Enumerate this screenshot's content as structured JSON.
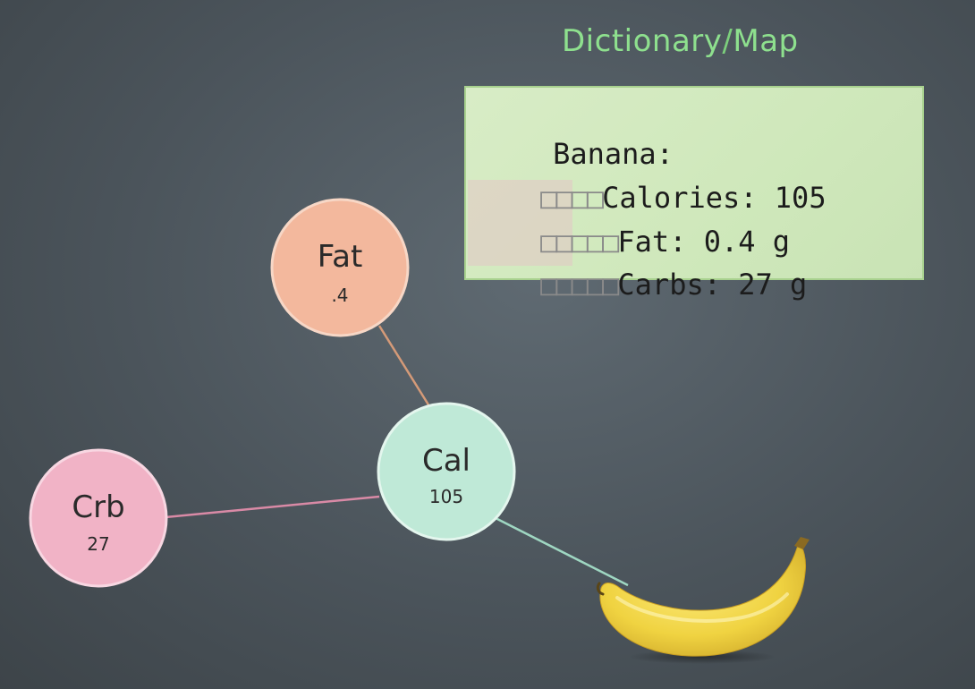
{
  "title": {
    "part1": "Dictionary",
    "separator": "/",
    "part2": "Map"
  },
  "code": {
    "line1": "Banana:",
    "line2": "Calories: 105",
    "line3": "Fat: 0.4 g",
    "line4": "Carbs: 27 g",
    "tab_glyphs_line2": "□□□□",
    "tab_glyphs_line3": "□□□□□",
    "tab_glyphs_line4": "□□□□□"
  },
  "nodes": {
    "fat": {
      "name": "Fat",
      "value": ".4",
      "fill": "#f3b89d",
      "stroke": "#f7d7c6",
      "edge": "#d49a78"
    },
    "cal": {
      "name": "Cal",
      "value": "105",
      "fill": "#bfe9d7",
      "stroke": "#e4f6ee",
      "edge": "#9fd7c2"
    },
    "crb": {
      "name": "Crb",
      "value": "27",
      "fill": "#f1b3c6",
      "stroke": "#f8d7e2",
      "edge": "#d98aa6"
    }
  },
  "colors": {
    "title_green": "#8ee08e",
    "box_fill": "#d4eac0",
    "box_border": "#a8d18e",
    "banana_yellow": "#f2d84a"
  },
  "icons": {
    "banana": "banana-image"
  }
}
